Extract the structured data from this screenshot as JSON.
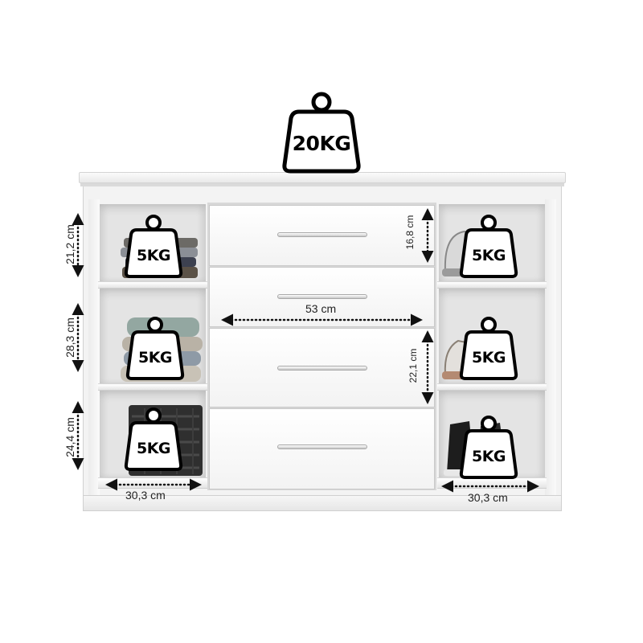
{
  "total_load": "20KG",
  "shelf_loads": {
    "left_top": "5KG",
    "left_middle": "5KG",
    "left_bottom": "5KG",
    "right_top": "5KG",
    "right_middle": "5KG",
    "right_bottom": "5KG"
  },
  "dimensions": {
    "left_top_height": "21,2 cm",
    "left_middle_height": "28,3 cm",
    "left_bottom_height": "24,4 cm",
    "left_width": "30,3 cm",
    "right_width": "30,3 cm",
    "drawer_width": "53 cm",
    "drawer_small_height": "16,8 cm",
    "drawer_large_height": "22,1 cm"
  },
  "colors": {
    "annotation": "#111111",
    "body": "#f3f3f3",
    "badge_fill": "#ffffff",
    "badge_outline": "#000000"
  }
}
